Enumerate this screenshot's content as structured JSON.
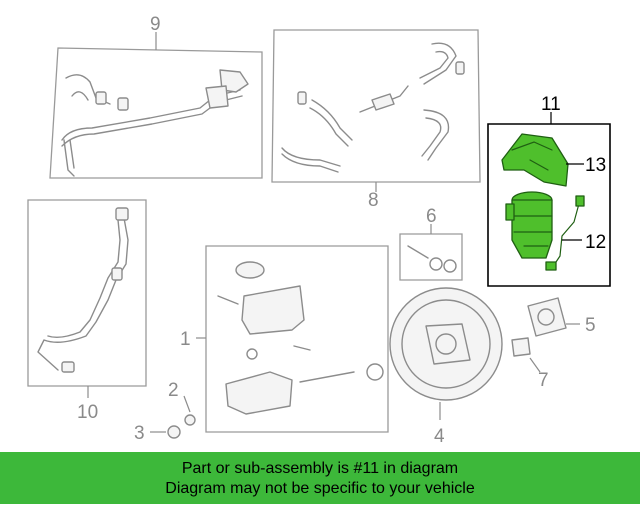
{
  "labels": {
    "l1": "1",
    "l2": "2",
    "l3": "3",
    "l4": "4",
    "l5": "5",
    "l6": "6",
    "l7": "7",
    "l8": "8",
    "l9": "9",
    "l10": "10",
    "l11": "11",
    "l12": "12",
    "l13": "13"
  },
  "highlight_color": "#4fbf2c",
  "footer": {
    "line1": "Part or sub-assembly is #11 in diagram",
    "line2": "Diagram may not be specific to your vehicle",
    "background": "#3db83a"
  }
}
